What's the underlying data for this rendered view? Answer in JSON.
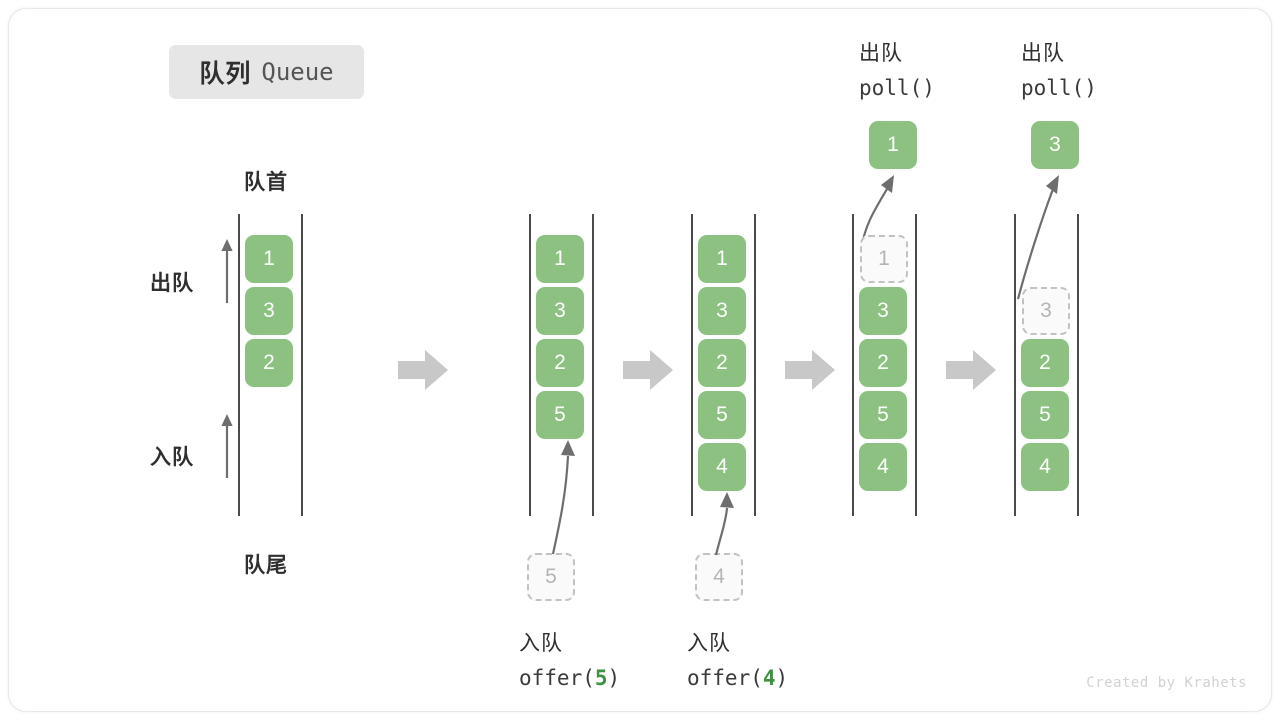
{
  "title": {
    "cn": "队列",
    "en": "Queue"
  },
  "labels": {
    "front": "队首",
    "rear": "队尾",
    "dequeue": "出队",
    "enqueue": "入队"
  },
  "credit": "Created by Krahets",
  "colors": {
    "box_fill": "#8cc182",
    "box_text": "#ffffff",
    "ghost_fill": "#fafafa",
    "ghost_border": "#c2c2c2",
    "ghost_text": "#b5b5b5",
    "rail": "#4a4a4a",
    "arrow_gray": "#c8c8c8",
    "curve_arrow": "#6e6e6e",
    "accent_green": "#3d9140",
    "badge_bg": "#e6e6e6",
    "text_dark": "#2f2f2f"
  },
  "steps": [
    {
      "id": "initial",
      "caption_line1": "",
      "caption_line2_prefix": "",
      "caption_arg": "",
      "caption_line2_suffix": "",
      "slots": [
        {
          "value": "1",
          "state": "filled"
        },
        {
          "value": "3",
          "state": "filled"
        },
        {
          "value": "2",
          "state": "filled"
        }
      ]
    },
    {
      "id": "offer-5",
      "caption_line1": "入队",
      "caption_line2_prefix": "offer(",
      "caption_arg": "5",
      "caption_line2_suffix": ")",
      "incoming_value": "5",
      "slots": [
        {
          "value": "1",
          "state": "filled"
        },
        {
          "value": "3",
          "state": "filled"
        },
        {
          "value": "2",
          "state": "filled"
        },
        {
          "value": "5",
          "state": "filled"
        }
      ]
    },
    {
      "id": "offer-4",
      "caption_line1": "入队",
      "caption_line2_prefix": "offer(",
      "caption_arg": "4",
      "caption_line2_suffix": ")",
      "incoming_value": "4",
      "slots": [
        {
          "value": "1",
          "state": "filled"
        },
        {
          "value": "3",
          "state": "filled"
        },
        {
          "value": "2",
          "state": "filled"
        },
        {
          "value": "5",
          "state": "filled"
        },
        {
          "value": "4",
          "state": "filled"
        }
      ]
    },
    {
      "id": "poll-1",
      "caption_line1": "出队",
      "caption_line2_prefix": "poll(",
      "caption_arg": "",
      "caption_line2_suffix": ")",
      "popped_value": "1",
      "slots": [
        {
          "value": "1",
          "state": "ghost"
        },
        {
          "value": "3",
          "state": "filled"
        },
        {
          "value": "2",
          "state": "filled"
        },
        {
          "value": "5",
          "state": "filled"
        },
        {
          "value": "4",
          "state": "filled"
        }
      ]
    },
    {
      "id": "poll-3",
      "caption_line1": "出队",
      "caption_line2_prefix": "poll(",
      "caption_arg": "",
      "caption_line2_suffix": ")",
      "popped_value": "3",
      "slots": [
        {
          "value": "",
          "state": "empty"
        },
        {
          "value": "3",
          "state": "ghost"
        },
        {
          "value": "2",
          "state": "filled"
        },
        {
          "value": "5",
          "state": "filled"
        },
        {
          "value": "4",
          "state": "filled"
        }
      ]
    }
  ]
}
